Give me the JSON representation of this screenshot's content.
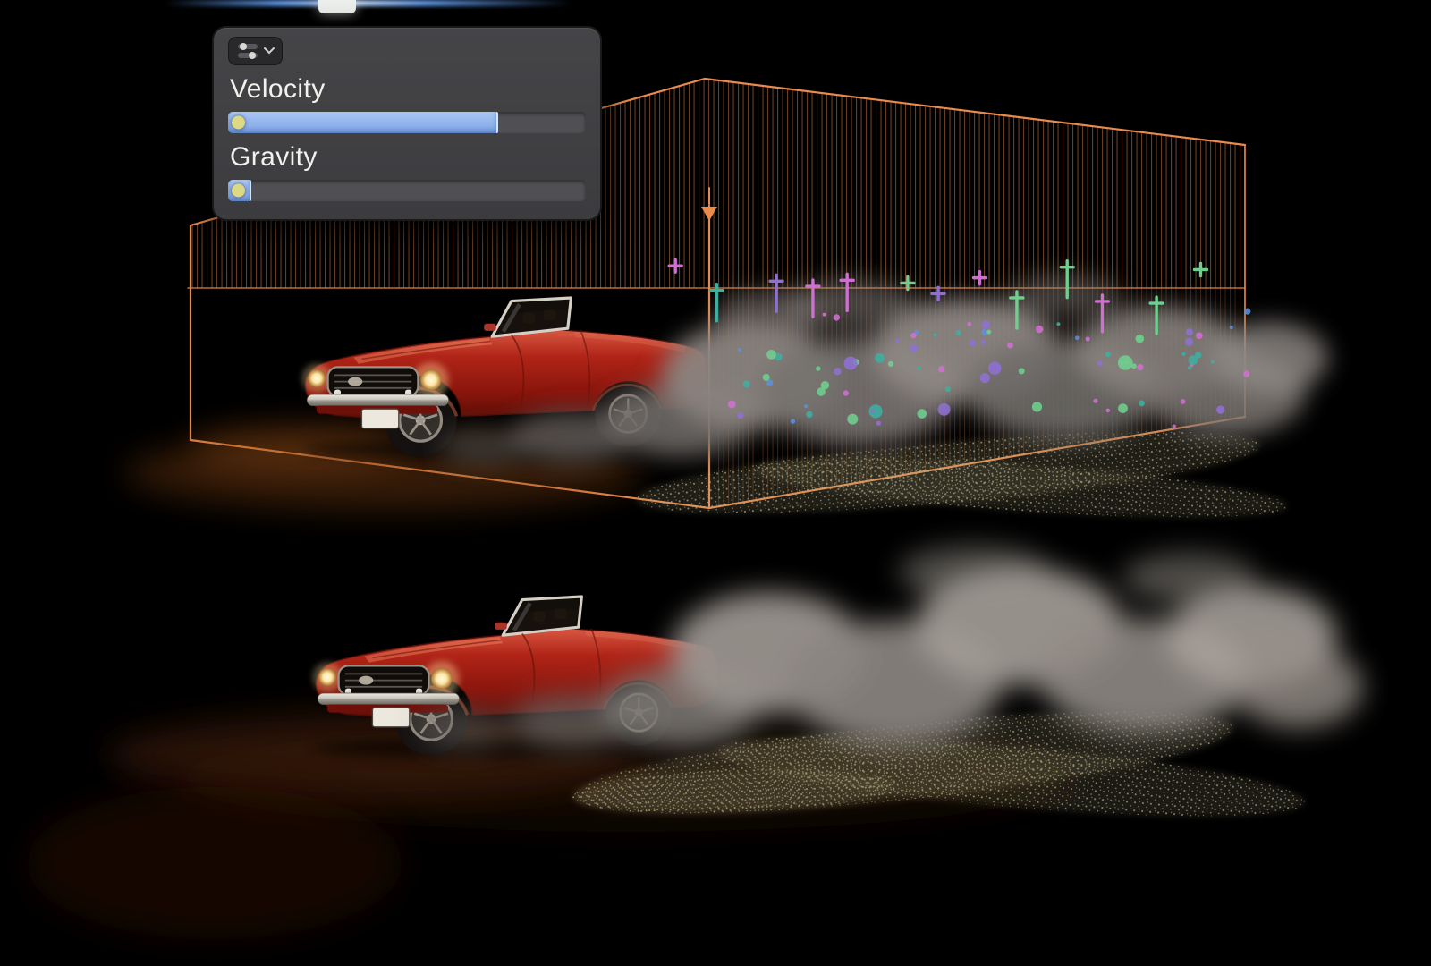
{
  "panel": {
    "presets_button": {
      "icon": "presets-icon",
      "chevron_icon": "chevron-down-icon"
    },
    "bg": "#3c3c3f",
    "track_bg": "#505054",
    "fill_color": "#86aeea",
    "handle_color": "#dcd883",
    "sliders": [
      {
        "id": "velocity",
        "label": "Velocity",
        "value_pct": 75
      },
      {
        "id": "gravity",
        "label": "Gravity",
        "value_pct": 6
      }
    ]
  },
  "scene": {
    "domain_box_color": "#e98a4e",
    "smoke_color": "#8a8480",
    "ground_color": "#b9b183",
    "car_color": "#b02417",
    "headlight_color": "#ffe6a6",
    "particle_colors": [
      "#6fcf8e",
      "#8f6fd4",
      "#5f8fd8",
      "#cf6fd0",
      "#3fae9f"
    ]
  }
}
